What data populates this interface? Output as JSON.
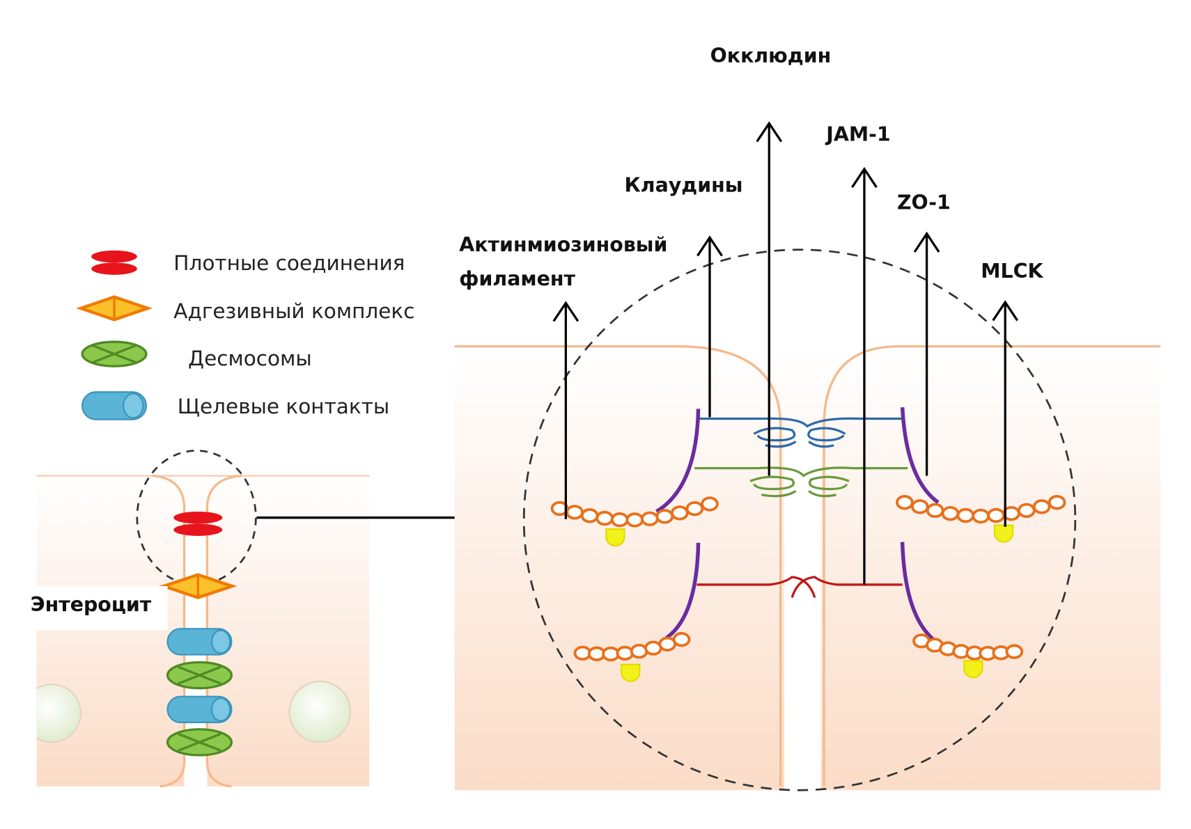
{
  "legend": {
    "items": [
      {
        "label": "Плотные соединения",
        "icon": "tight-junction-icon",
        "color": "#e8141b"
      },
      {
        "label": "Адгезивный комплекс",
        "icon": "adhesive-complex-icon",
        "color": "#f7a200"
      },
      {
        "label": "Десмосомы",
        "icon": "desmosome-icon",
        "color": "#7cc242"
      },
      {
        "label": "Щелевые контакты",
        "icon": "gap-junction-icon",
        "color": "#5ab4d6"
      }
    ]
  },
  "cell_label": "Энтероцит",
  "labels": {
    "occludin": "Окклюдин",
    "jam1": "JAM-1",
    "claudins": "Клаудины",
    "zo1": "ZO-1",
    "actomyosin_line1": "Актинмиозиновый",
    "actomyosin_line2": "филамент",
    "mlck": "MLCK"
  },
  "colors": {
    "membrane": "#f5b98c",
    "cytoplasm": "#fbe0cf",
    "claudin": "#2e6aa8",
    "occludin": "#6a9a3a",
    "jam": "#c01818",
    "zo1": "#6a2ca0",
    "actin": "#e8701a",
    "mlck": "#f2f21a"
  }
}
